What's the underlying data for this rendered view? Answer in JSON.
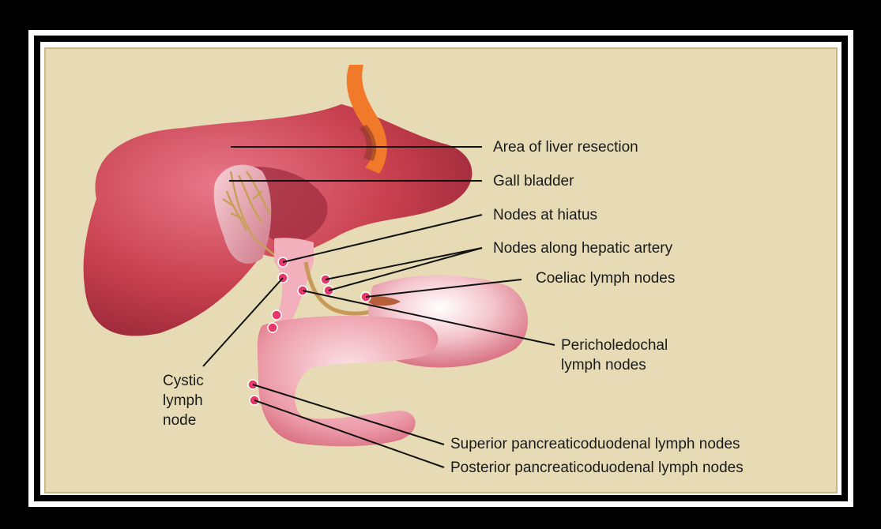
{
  "labels": {
    "liver_resection": "Area of liver resection",
    "gall_bladder": "Gall bladder",
    "nodes_hiatus": "Nodes at hiatus",
    "nodes_hepatic": "Nodes along hepatic artery",
    "coeliac": "Coeliac lymph nodes",
    "pericholedochal_1": "Pericholedochal",
    "pericholedochal_2": "lymph nodes",
    "cystic_1": "Cystic",
    "cystic_2": "lymph",
    "cystic_3": "node",
    "superior": "Superior pancreaticoduodenal lymph nodes",
    "posterior": "Posterior pancreaticoduodenal lymph nodes"
  },
  "colors": {
    "background": "#e6dbb4",
    "liver": "#c0394e",
    "liver_light": "#f2b8c0",
    "nodes": "#e8376a",
    "aorta": "#f07a2a",
    "bile_duct": "#c79a5a"
  }
}
